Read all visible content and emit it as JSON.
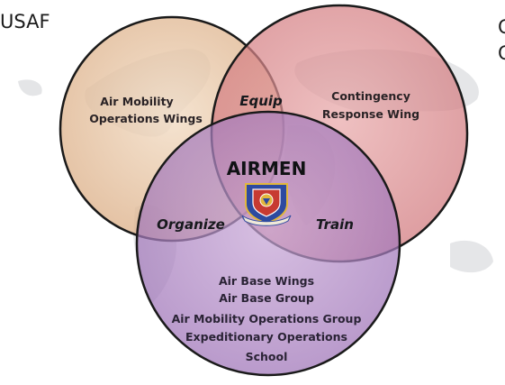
{
  "cut_off_text": {
    "left_lines": [
      "USAF"
    ],
    "right_lines": [
      "C",
      "C"
    ]
  },
  "venn": {
    "circles": {
      "top_left": {
        "lines": [
          "Air Mobility",
          "Operations Wings"
        ],
        "color": "#e8c6a4"
      },
      "top_right": {
        "lines": [
          "Contingency",
          "Response Wing"
        ],
        "color": "#d98b8e"
      },
      "bottom": {
        "lines": [
          "Air Base Wings",
          "Air Base Group",
          "Air Mobility Operations Group",
          "Expeditionary Operations",
          "School"
        ],
        "color": "#a880bd"
      }
    },
    "overlaps": {
      "top": "Equip",
      "left": "Organize",
      "right": "Train"
    },
    "center": "AIRMEN",
    "emblem": {
      "name": "unit-emblem",
      "colors": {
        "shield_blue": "#2d4aa0",
        "shield_red": "#c73a32",
        "gold": "#e2b73c"
      }
    }
  }
}
